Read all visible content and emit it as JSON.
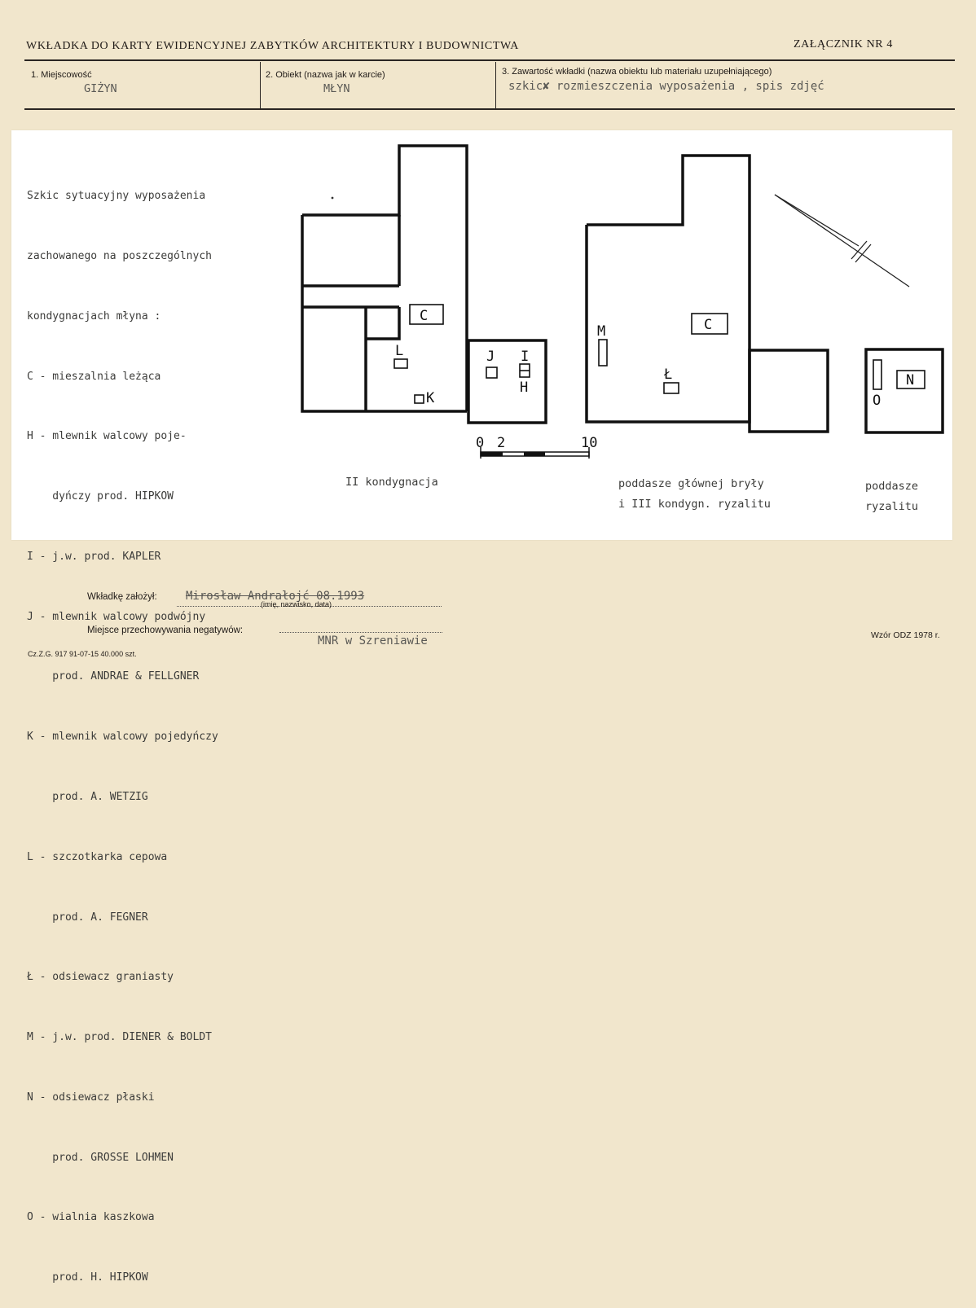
{
  "header": {
    "title": "WKŁADKA DO KARTY EWIDENCYJNEJ ZABYTKÓW ARCHITEKTURY I BUDOWNICTWA",
    "annex": "ZAŁĄCZNIK NR 4"
  },
  "fields": {
    "place_label": "1. Miejscowość",
    "place_value": "GIŻYN",
    "object_label": "2. Obiekt (nazwa jak w karcie)",
    "object_value": "MŁYN",
    "content_label": "3. Zawartość wkładki (nazwa obiektu lub materiału uzupełniającego)",
    "content_value": "szkic✘ rozmieszczenia wyposażenia , spis zdjęć"
  },
  "legend": [
    "Szkic sytuacyjny wyposażenia",
    "zachowanego na poszczególnych",
    "kondygnacjach młyna :",
    "C - mieszalnia leżąca",
    "H - mlewnik walcowy poje-",
    "    dyńczy prod. HIPKOW",
    "I - j.w. prod. KAPLER",
    "J - mlewnik walcowy podwójny",
    "    prod. ANDRAE & FELLGNER",
    "K - mlewnik walcowy pojedyńczy",
    "    prod. A. WETZIG",
    "L - szczotkarka cepowa",
    "    prod. A. FEGNER",
    "Ł - odsiewacz graniasty",
    "M - j.w. prod. DIENER & BOLDT",
    "N - odsiewacz płaski",
    "    prod. GROSSE LOHMEN",
    "O - wialnia kaszkowa",
    "    prod. H. HIPKOW"
  ],
  "plan": {
    "labels": {
      "C1": "C",
      "L": "L",
      "K": "K",
      "J": "J",
      "I": "I",
      "H": "H",
      "M": "M",
      "C2": "C",
      "LL": "Ł",
      "N": "N",
      "O": "O"
    },
    "scale": {
      "zero": "0",
      "two": "2",
      "ten": "10"
    },
    "captions": {
      "first": "II kondygnacja",
      "second_line1": "poddasze głównej bryły",
      "second_line2": "i III kondygn. ryzalitu",
      "third_line1": "poddasze",
      "third_line2": "ryzalitu"
    }
  },
  "footer": {
    "author_label": "Wkładkę założył:",
    "author_value": "Mirosław Andrałojć 08.1993",
    "author_hint": "(imię, nazwisko, data)",
    "storage_label": "Miejsce przechowywania negatywów:",
    "storage_value": "MNR w Szreniawie",
    "print_code": "Cz.Z.G. 917 91-07-15 40.000 szt.",
    "form_ref": "Wzór ODZ 1978 r."
  }
}
